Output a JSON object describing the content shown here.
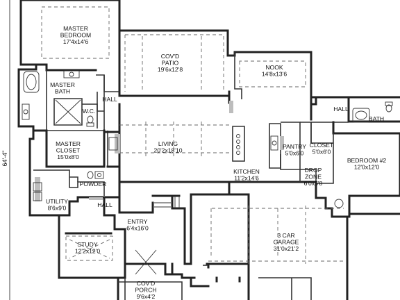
{
  "dimension_label": "64'-4\"",
  "rooms": [
    {
      "id": "master-bedroom",
      "name": "MASTER\nBEDROOM",
      "size": "17'4x14'6"
    },
    {
      "id": "covd-patio",
      "name": "COV'D\nPATIO",
      "size": "19'6x12'8"
    },
    {
      "id": "nook",
      "name": "NOOK",
      "size": "14'8x13'6"
    },
    {
      "id": "master-bath",
      "name": "MASTER\nBATH",
      "size": ""
    },
    {
      "id": "hall-1",
      "name": "HALL",
      "size": ""
    },
    {
      "id": "wc",
      "name": "W.C.",
      "size": ""
    },
    {
      "id": "hall-2",
      "name": "HALL",
      "size": ""
    },
    {
      "id": "bath",
      "name": "BATH",
      "size": ""
    },
    {
      "id": "master-closet",
      "name": "MASTER\nCLOSET",
      "size": "15'0x8'0"
    },
    {
      "id": "living",
      "name": "LIVING",
      "size": "20'2x18'10"
    },
    {
      "id": "pantry",
      "name": "PANTRY",
      "size": "5'0x6'0"
    },
    {
      "id": "closet",
      "name": "CLOSET",
      "size": "5'0x6'0"
    },
    {
      "id": "bedroom-2",
      "name": "BEDROOM #2",
      "size": "12'0x12'0"
    },
    {
      "id": "kitchen",
      "name": "KITCHEN",
      "size": "11'2x14'6"
    },
    {
      "id": "drop-zone",
      "name": "DROP\nZONE",
      "size": "6'0x5'8"
    },
    {
      "id": "powder",
      "name": "POWDER",
      "size": ""
    },
    {
      "id": "utility",
      "name": "UTILITY",
      "size": "8'6x9'0"
    },
    {
      "id": "hall-3",
      "name": "HALL",
      "size": ""
    },
    {
      "id": "entry",
      "name": "ENTRY",
      "size": "6'4x16'0"
    },
    {
      "id": "garage",
      "name": "3 CAR\nGARAGE",
      "size": "31'0x21'2"
    },
    {
      "id": "study",
      "name": "STUDY",
      "size": "12'2x12'0"
    },
    {
      "id": "covd-porch",
      "name": "COV'D\nPORCH",
      "size": "9'6x4'2"
    }
  ]
}
